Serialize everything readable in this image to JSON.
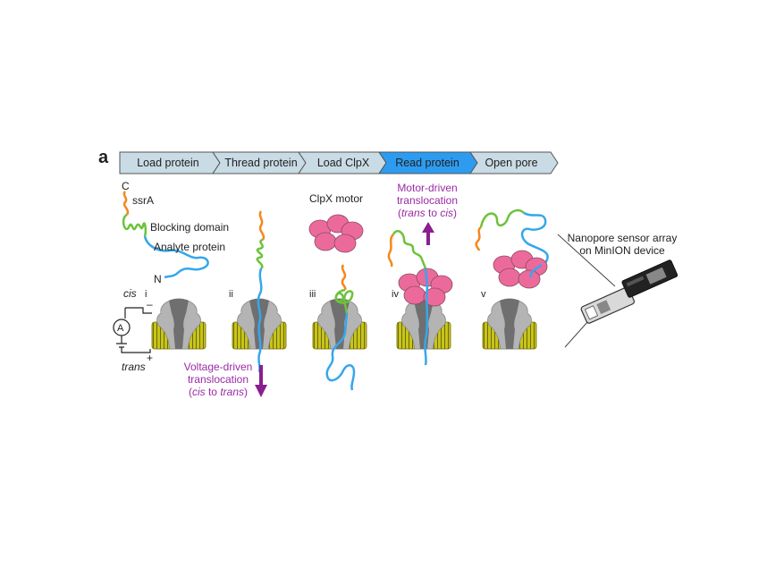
{
  "panel_label": "a",
  "steps": [
    {
      "label": "Load protein",
      "active": false
    },
    {
      "label": "Thread protein",
      "active": false
    },
    {
      "label": "Load ClpX",
      "active": false
    },
    {
      "label": "Read protein",
      "active": true
    },
    {
      "label": "Open pore",
      "active": false
    }
  ],
  "stage_numerals": [
    "i",
    "ii",
    "iii",
    "iv",
    "v"
  ],
  "protein_labels": {
    "c_terminus": "C",
    "ssra": "ssrA",
    "blocking_domain": "Blocking domain",
    "analyte_protein": "Analyte protein",
    "n_terminus": "N"
  },
  "circuit": {
    "cis": "cis",
    "trans": "trans",
    "minus": "–",
    "plus": "+",
    "ammeter": "A"
  },
  "clpx_label": "ClpX motor",
  "voltage_driven": {
    "line1": "Voltage-driven",
    "line2": "translocation",
    "line3_open": "(",
    "line3_from": "cis",
    "line3_to_word": " to ",
    "line3_to": "trans",
    "line3_close": ")"
  },
  "motor_driven": {
    "line1": "Motor-driven",
    "line2": "translocation",
    "line3_open": "(",
    "line3_from": "trans",
    "line3_to_word": " to ",
    "line3_to": "cis",
    "line3_close": ")"
  },
  "device": {
    "line1": "Nanopore sensor array",
    "line2": "on MinION device"
  },
  "colors": {
    "step_fill": "#c9dbe5",
    "step_active": "#2d9cf0",
    "ssra": "#f7861e",
    "blocking": "#6cc33a",
    "analyte": "#35a7ec",
    "clpx": "#ec6a9b",
    "membrane": "#c2c01a",
    "pore_dark": "#6e6e6e",
    "pore_light": "#b3b3b3",
    "annotation": "#9b2aa5"
  }
}
